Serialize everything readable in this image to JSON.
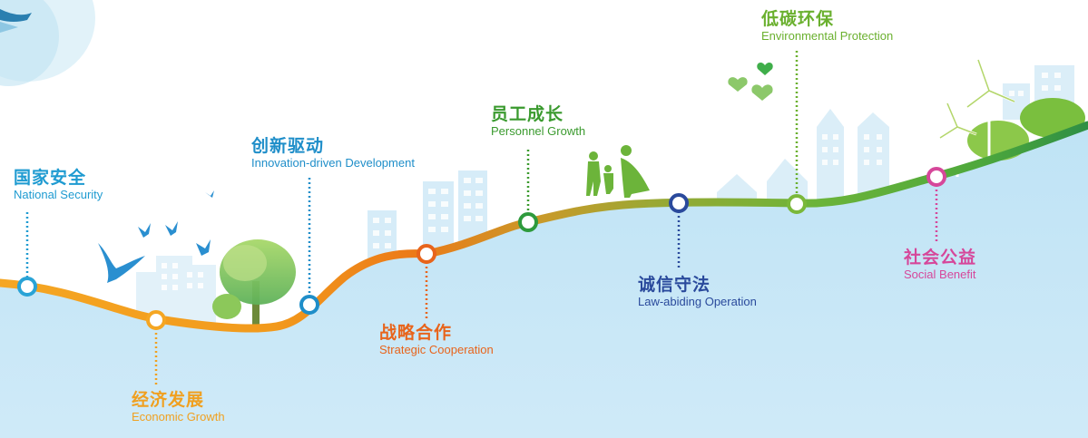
{
  "milestones": [
    {
      "id": "national-security",
      "cn": "国家安全",
      "en": "National Security",
      "color": "#1f9bd1",
      "node_color": "#29a3d6"
    },
    {
      "id": "economic-growth",
      "cn": "经济发展",
      "en": "Economic Growth",
      "color": "#f0a020",
      "node_color": "#f5a623"
    },
    {
      "id": "innovation",
      "cn": "创新驱动",
      "en": "Innovation-driven Development",
      "color": "#1f8ec9",
      "node_color": "#1f8ec9"
    },
    {
      "id": "strategic-cooperation",
      "cn": "战略合作",
      "en": "Strategic Cooperation",
      "color": "#e8641b",
      "node_color": "#e8641b"
    },
    {
      "id": "personnel-growth",
      "cn": "员工成长",
      "en": "Personnel Growth",
      "color": "#3a9a2e",
      "node_color": "#2e9a3c"
    },
    {
      "id": "law-abiding",
      "cn": "诚信守法",
      "en": "Law-abiding Operation",
      "color": "#2a4a9c",
      "node_color": "#2a4a9c"
    },
    {
      "id": "environmental-protection",
      "cn": "低碳环保",
      "en": "Environmental Protection",
      "color": "#6ab02e",
      "node_color": "#7ab83a"
    },
    {
      "id": "social-benefit",
      "cn": "社会公益",
      "en": "Social Benefit",
      "color": "#d6479a",
      "node_color": "#d6479a"
    }
  ]
}
